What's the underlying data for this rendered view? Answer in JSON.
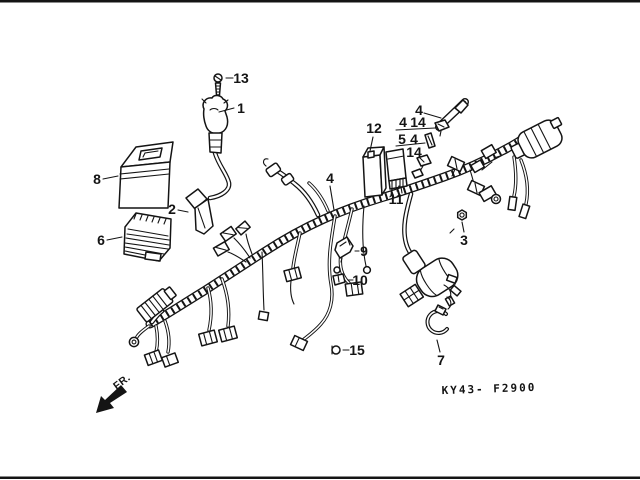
{
  "diagram": {
    "code": "KY43- F2900",
    "fr": "FR.",
    "labels": {
      "p1": "1",
      "p2": "2",
      "p3": "3",
      "p4_main": "4",
      "p4_top": "4",
      "p4_row2": "4",
      "p4_row3": "4",
      "p5": "5",
      "p6": "6",
      "p7": "7",
      "p8": "8",
      "p9": "9",
      "p10": "10",
      "p11": "11",
      "p12": "12",
      "p13": "13",
      "p14_row2": "14",
      "p14_row4": "14",
      "p15": "15"
    }
  }
}
